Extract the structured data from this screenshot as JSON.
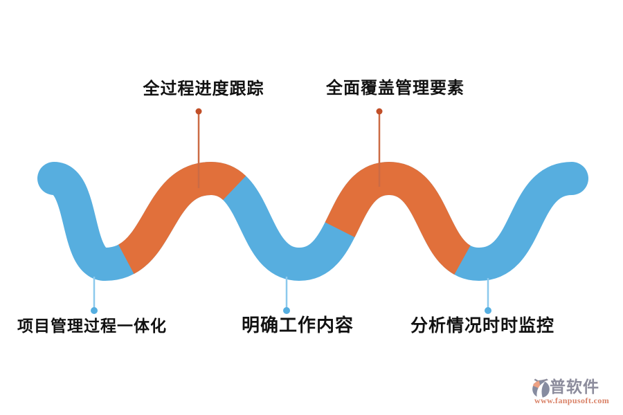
{
  "canvas": {
    "background": "#ffffff"
  },
  "colors": {
    "wave_blue": "#57AEDF",
    "wave_orange": "#E1703B",
    "pointer_orange_line": "#CB6B45",
    "pointer_orange_dot": "#C14F28",
    "pointer_blue_line": "#8CC9ED",
    "pointer_blue_dot": "#55AEE0",
    "label_text": "#111111",
    "logo_name_color": "#8C8C9C",
    "logo_url_color": "#D98166",
    "logo_icon_grey": "#868CA0",
    "logo_icon_accent": "#EDA183"
  },
  "labels": [
    {
      "text": "全过程进度跟踪",
      "placement": "top",
      "pointer": "orange"
    },
    {
      "text": "全面覆盖管理要素",
      "placement": "top",
      "pointer": "orange"
    },
    {
      "text": "项目管理过程一体化",
      "placement": "bottom",
      "pointer": "blue"
    },
    {
      "text": "明确工作内容",
      "placement": "bottom",
      "pointer": "blue"
    },
    {
      "text": "分析情况时时监控",
      "placement": "bottom",
      "pointer": "blue"
    }
  ],
  "logo": {
    "name": "泛普软件",
    "website": "www.fanpusoft.com"
  }
}
